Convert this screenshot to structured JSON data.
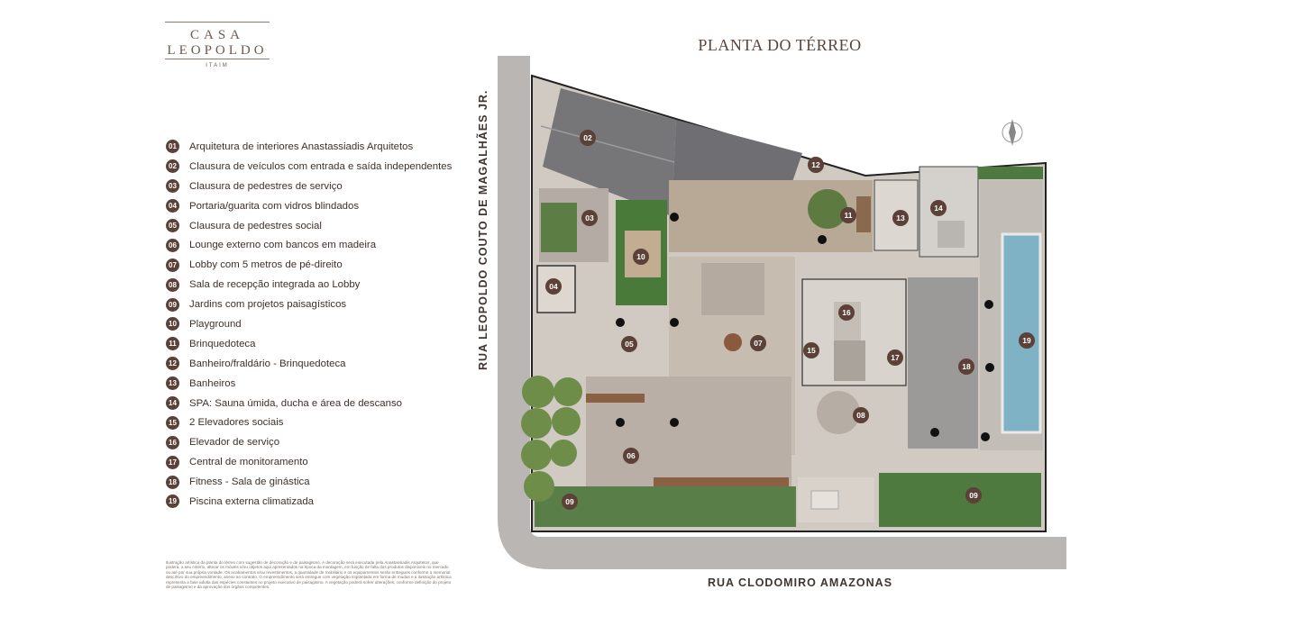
{
  "brand": {
    "line1": "CASA",
    "line2": "LEOPOLDO",
    "line3": "ITAIM"
  },
  "plan_title": "PLANTA DO TÉRREO",
  "streets": {
    "left": "RUA LEOPOLDO COUTO DE MAGALHÃES JR.",
    "bottom": "RUA CLODOMIRO AMAZONAS"
  },
  "legend": [
    {
      "num": "01",
      "label": "Arquitetura de interiores Anastassiadis Arquitetos"
    },
    {
      "num": "02",
      "label": "Clausura de veículos com entrada e saída independentes"
    },
    {
      "num": "03",
      "label": "Clausura de pedestres de serviço"
    },
    {
      "num": "04",
      "label": "Portaria/guarita com vidros blindados"
    },
    {
      "num": "05",
      "label": "Clausura de pedestres social"
    },
    {
      "num": "06",
      "label": "Lounge externo com bancos em madeira"
    },
    {
      "num": "07",
      "label": "Lobby com 5 metros de pé-direito"
    },
    {
      "num": "08",
      "label": "Sala de recepção integrada ao Lobby"
    },
    {
      "num": "09",
      "label": "Jardins com projetos paisagísticos"
    },
    {
      "num": "10",
      "label": "Playground"
    },
    {
      "num": "11",
      "label": "Brinquedoteca"
    },
    {
      "num": "12",
      "label": "Banheiro/fraldário - Brinquedoteca"
    },
    {
      "num": "13",
      "label": "Banheiros"
    },
    {
      "num": "14",
      "label": "SPA: Sauna úmida, ducha e área de descanso"
    },
    {
      "num": "15",
      "label": "2 Elevadores sociais"
    },
    {
      "num": "16",
      "label": "Elevador de serviço"
    },
    {
      "num": "17",
      "label": "Central de monitoramento"
    },
    {
      "num": "18",
      "label": "Fitness - Sala de ginástica"
    },
    {
      "num": "19",
      "label": "Piscina externa climatizada"
    }
  ],
  "markers": [
    "02",
    "03",
    "04",
    "05",
    "06",
    "07",
    "08",
    "09",
    "09",
    "10",
    "11",
    "12",
    "13",
    "14",
    "15",
    "16",
    "17",
    "18",
    "19"
  ],
  "disclaimer": "Ilustração artística da planta do térreo com sugestão de decoração e de paisagismo. A decoração será executada pela Anastassiadis Arquitetos, que poderá, a seu critério, alterar os móveis e/ou objetos aqui apresentados na época da montagem, em função de falta dos produtos disponíveis no mercado ou até por sua própria vontade. Os acabamentos e/ou revestimentos, a quantidade de mobiliário e os equipamentos serão entregues conforme o memorial descritivo do empreendimento, anexo ao contrato. O empreendimento será entregue com vegetação implantada em forma de mudas e a ilustração artística representa a fase adulta das espécies constantes no projeto executivo de paisagismo. A vegetação poderá sofrer alterações, conforme definição do projeto de paisagismo e da aprovação dos órgãos competentes.",
  "colors": {
    "accent": "#5b4137",
    "floor": "#c9c2ba",
    "pool": "#7fb2c4",
    "garden": "#4f7a3f",
    "roof": "#747477"
  }
}
